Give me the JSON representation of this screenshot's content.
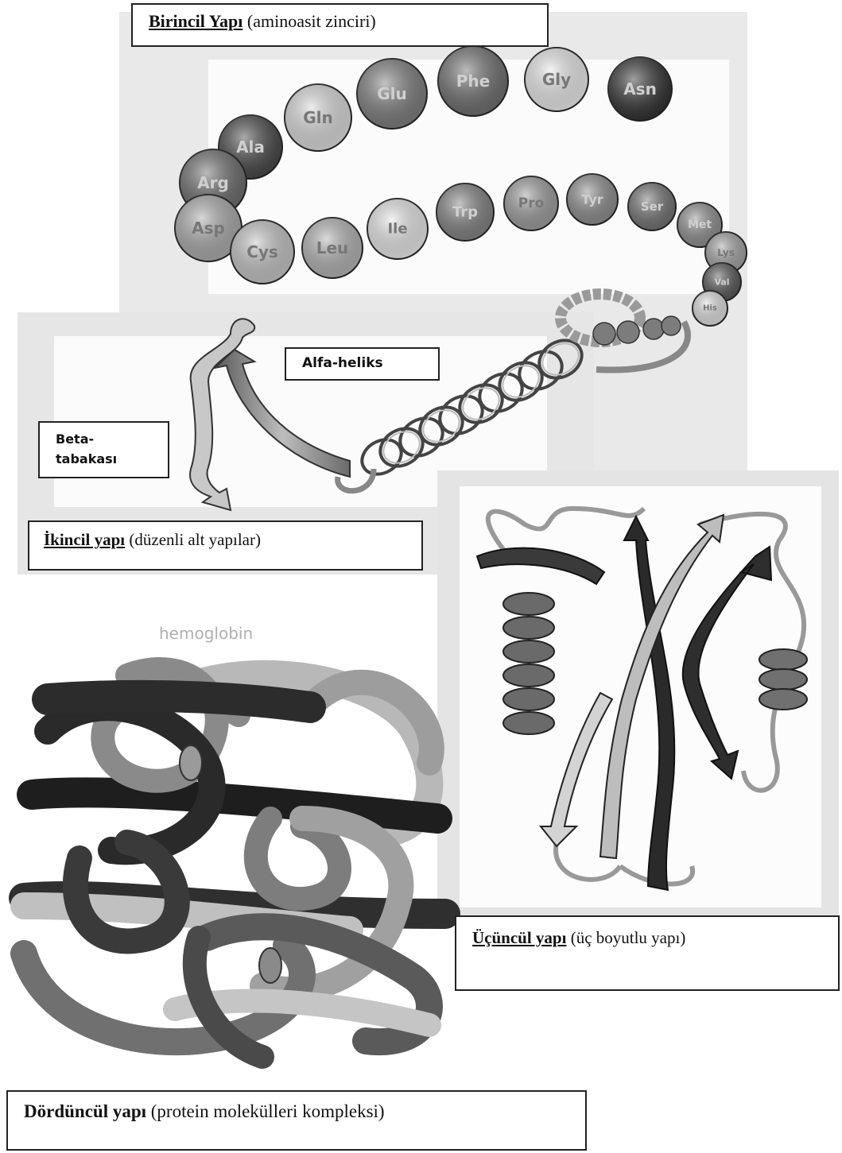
{
  "labels": {
    "primary": {
      "title": "Birincil Yapı",
      "desc": "(aminoasit zinciri)"
    },
    "secondary": {
      "title": "İkincil yapı",
      "desc": "(düzenli alt yapılar)"
    },
    "tertiary": {
      "title": "Üçüncül yapı",
      "desc": "(üç boyutlu yapı)"
    },
    "quaternary": {
      "title": "Dördüncül yapı",
      "desc": "(protein molekülleri kompleksi)"
    }
  },
  "callouts": {
    "alpha_helix": "Alfa-heliks",
    "beta_sheet_line1": "Beta-",
    "beta_sheet_line2": "tabakası"
  },
  "hemoglobin_caption": "hemoglobin",
  "amino_acids": [
    {
      "name": "Asn",
      "shade": "#2e2e2e"
    },
    {
      "name": "Gly",
      "shade": "#e8e8e8"
    },
    {
      "name": "Phe",
      "shade": "#6c6c6c"
    },
    {
      "name": "Glu",
      "shade": "#7a7a7a"
    },
    {
      "name": "Gln",
      "shade": "#d9d9d9"
    },
    {
      "name": "Ala",
      "shade": "#454545"
    },
    {
      "name": "Arg",
      "shade": "#6a6a6a"
    },
    {
      "name": "Asp",
      "shade": "#a8a8a8"
    },
    {
      "name": "Cys",
      "shade": "#c2c2c2"
    },
    {
      "name": "Leu",
      "shade": "#b0b0b0"
    },
    {
      "name": "Ile",
      "shade": "#e6e6e6"
    },
    {
      "name": "Trp",
      "shade": "#7f7f7f"
    },
    {
      "name": "Pro",
      "shade": "#9a9a9a"
    },
    {
      "name": "Tyr",
      "shade": "#8a8a8a"
    },
    {
      "name": "Ser",
      "shade": "#6f6f6f"
    },
    {
      "name": "Met",
      "shade": "#8c8c8c"
    },
    {
      "name": "Lys",
      "shade": "#a0a0a0"
    },
    {
      "name": "Val",
      "shade": "#555555"
    },
    {
      "name": "His",
      "shade": "#dddddd"
    }
  ]
}
